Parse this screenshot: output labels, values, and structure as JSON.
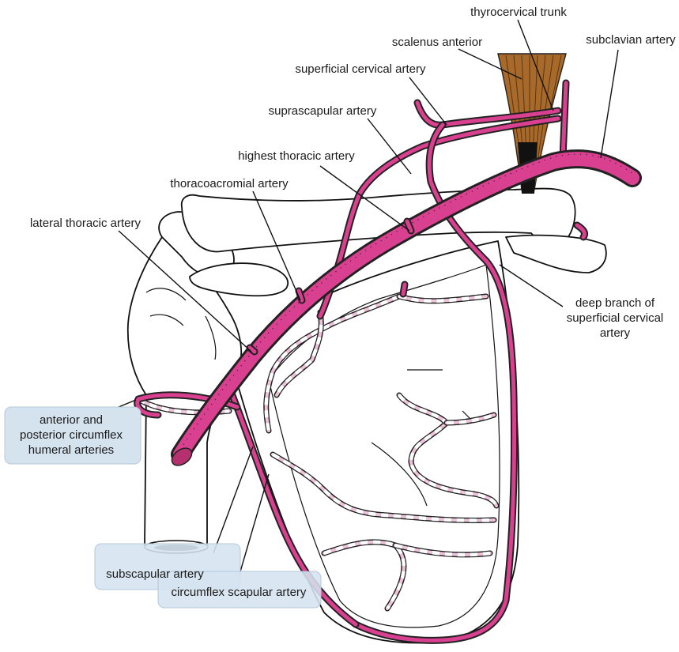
{
  "colors": {
    "artery": "#d9408f",
    "artery_light": "#efc3d9",
    "muscle": "#a86a2a",
    "highlight_box": "#d5e3ef"
  },
  "labels": {
    "thyrocervical_trunk": "thyrocervical trunk",
    "scalenus_anterior": "scalenus anterior",
    "subclavian_artery": "subclavian artery",
    "superficial_cervical_artery": "superficial cervical artery",
    "suprascapular_artery": "suprascapular artery",
    "highest_thoracic_artery": "highest thoracic artery",
    "thoracoacromial_artery": "thoracoacromial artery",
    "lateral_thoracic_artery": "lateral thoracic artery",
    "deep_branch_line1": "deep branch of",
    "deep_branch_line2": "superficial cervical",
    "deep_branch_line3": "artery",
    "circumflex_humeral_line1": "anterior and",
    "circumflex_humeral_line2": "posterior circumflex",
    "circumflex_humeral_line3": "humeral arteries",
    "subscapular_artery": "subscapular artery",
    "circumflex_scapular_artery": "circumflex scapular artery"
  }
}
